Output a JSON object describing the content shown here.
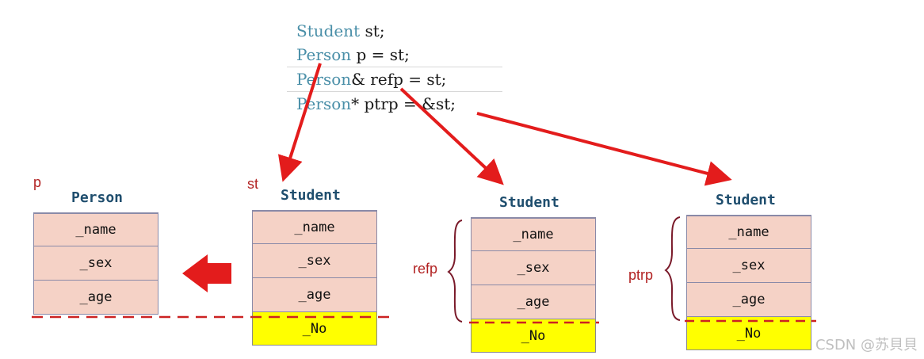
{
  "code": {
    "lines": [
      {
        "type": "Student",
        "rest": " st;"
      },
      {
        "type": "Person",
        "rest": " p = st;"
      },
      {
        "type": "Person",
        "rest": "& refp = st;"
      },
      {
        "type": "Person",
        "rest": "* ptrp = &st;"
      }
    ]
  },
  "objects": {
    "p": {
      "var": "p",
      "title": "Person",
      "fields": [
        "_name",
        "_sex",
        "_age"
      ]
    },
    "st": {
      "var": "st",
      "title": "Student",
      "fields": [
        "_name",
        "_sex",
        "_age",
        "_No"
      ]
    },
    "refp": {
      "var": "refp",
      "title": "Student",
      "fields": [
        "_name",
        "_sex",
        "_age",
        "_No"
      ]
    },
    "ptrp": {
      "var": "ptrp",
      "title": "Student",
      "fields": [
        "_name",
        "_sex",
        "_age",
        "_No"
      ]
    }
  },
  "colors": {
    "arrow": "#e31c1c",
    "field": "#f5d2c6",
    "extra_field": "#ffff00",
    "brace": "#7a1a2a"
  },
  "watermark": "CSDN @苏貝貝"
}
